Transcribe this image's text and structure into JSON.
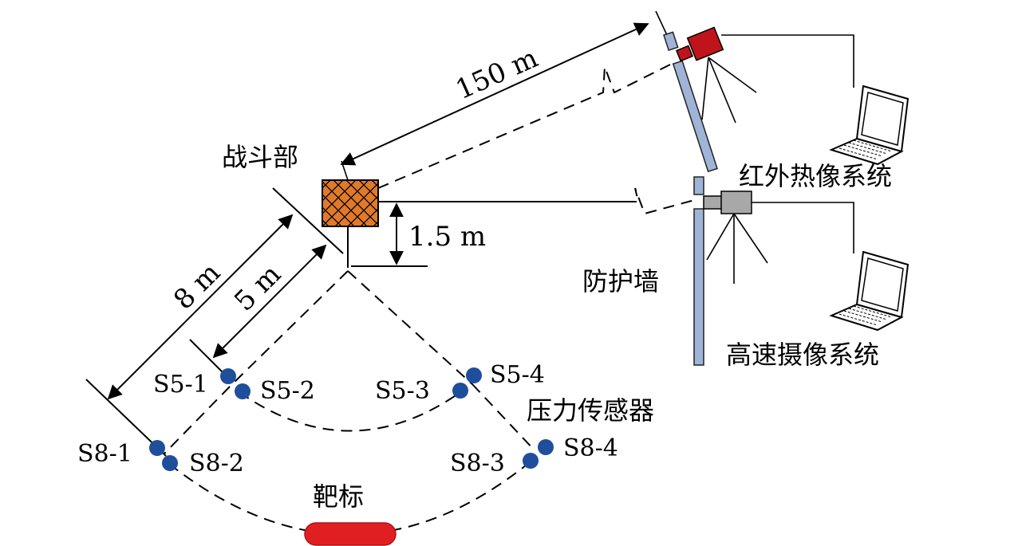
{
  "labels": {
    "warhead": "战斗部",
    "infrared_system": "红外热像系统",
    "protective_wall": "防护墙",
    "high_speed_system": "高速摄像系统",
    "pressure_sensor": "压力传感器",
    "target": "靶标"
  },
  "dimensions": {
    "distance_150": "150 m",
    "height_1_5": "1.5 m",
    "radius_8": "8 m",
    "radius_5": "5 m"
  },
  "sensors": {
    "s5_1": "S5-1",
    "s5_2": "S5-2",
    "s5_3": "S5-3",
    "s5_4": "S5-4",
    "s8_1": "S8-1",
    "s8_2": "S8-2",
    "s8_3": "S8-3",
    "s8_4": "S8-4"
  },
  "colors": {
    "warhead_fill": "#e07a2a",
    "sensor_dot": "#1f4e9c",
    "target_fill": "#e02020",
    "infrared_camera": "#c0141c",
    "highspeed_camera": "#a8a8a8",
    "wall_fill": "#9fb4d6"
  }
}
